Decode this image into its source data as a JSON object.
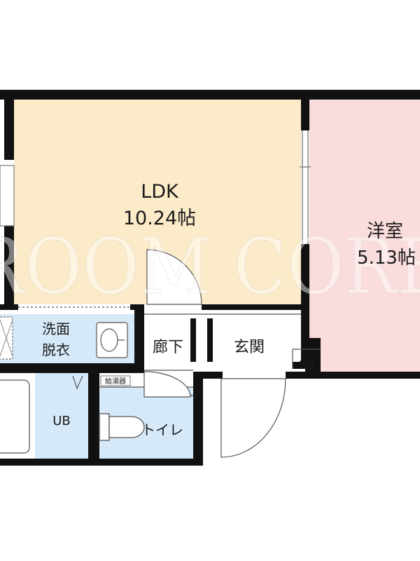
{
  "rooms": {
    "ldk": {
      "name": "LDK",
      "area": "10.24帖"
    },
    "western": {
      "name": "洋室",
      "area": "5.13帖"
    },
    "washroom": {
      "line1": "洗面",
      "line2": "脱衣"
    },
    "hallway": "廊下",
    "entrance": "玄関",
    "shoe_box": "SB",
    "bath": "UB",
    "toilet": "トイレ",
    "water_heater": "給湯器"
  },
  "watermark": "ROOM CORE",
  "colors": {
    "ldk": "#fcebc8",
    "western": "#fbdcdc",
    "wet_area": "#d6e9f8",
    "wall": "#111111"
  }
}
